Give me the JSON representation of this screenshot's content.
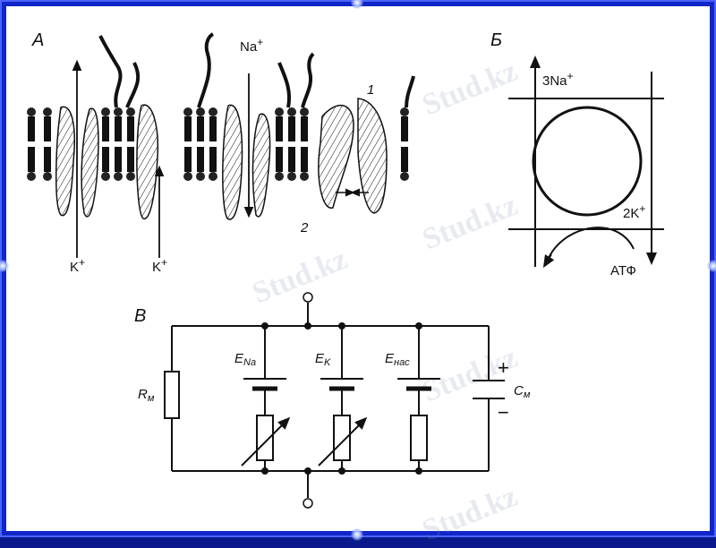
{
  "panels": {
    "a": {
      "label": "А",
      "na_in": "Na",
      "k_out_left": "K",
      "k_out_mid": "K",
      "num1": "1",
      "num2": "2"
    },
    "b": {
      "label": "Б",
      "na3": "3Na",
      "k2": "2K",
      "atp": "АТФ"
    },
    "v": {
      "label": "В",
      "rm": "R",
      "rm_sub": "м",
      "e_na": "E",
      "e_na_sub": "Na",
      "e_k": "E",
      "e_k_sub": "K",
      "e_pump": "E",
      "e_pump_sub": "нас",
      "cm": "C",
      "cm_sub": "м"
    }
  },
  "charges": {
    "plus": "+",
    "minus": "−"
  },
  "watermark": {
    "text": "Stud.kz",
    "color": "#8c9ab0"
  },
  "colors": {
    "frame": "#1126c8",
    "ink": "#111111",
    "background": "#ffffff"
  }
}
